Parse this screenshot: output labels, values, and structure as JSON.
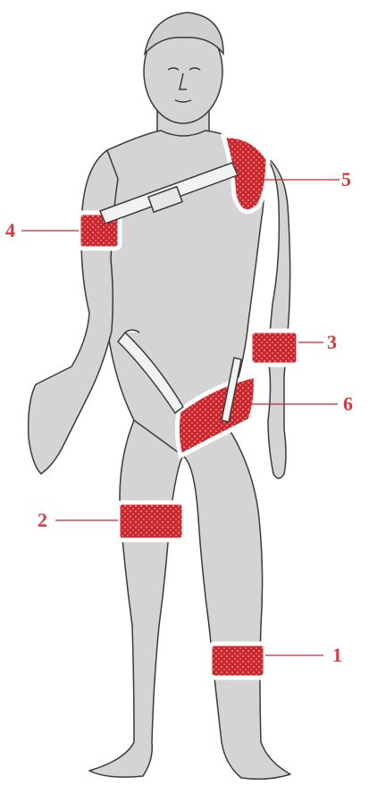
{
  "colors": {
    "body_fill": "#d4d4d4",
    "outline": "#3b3b3b",
    "bandage": "#c8262b",
    "bandage_dots": "#e9757a",
    "strap": "#ffffff",
    "label": "#d9383c",
    "leader": "#c8262b"
  },
  "labels": {
    "t1": "1",
    "t2": "2",
    "t3": "3",
    "t4": "4",
    "t5": "5",
    "t6": "6"
  }
}
